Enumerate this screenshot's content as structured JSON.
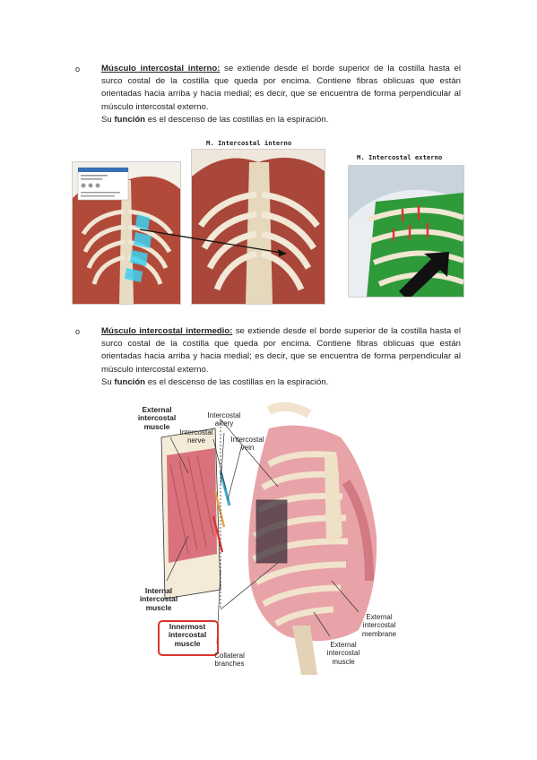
{
  "section1": {
    "bullet": "o",
    "heading": "Músculo intercostal interno:",
    "text": " se extiende desde el borde superior de la costilla hasta el surco costal de la costilla que queda por encima. Contiene fibras oblicuas que están orientadas hacia arriba y hacia medial; es decir, que se encuentra de forma perpendicular al músculo intercostal externo.",
    "function_prefix": "Su ",
    "function_word": "función",
    "function_rest": " es el descenso de las costillas en la espiración."
  },
  "figure1": {
    "caption_internal": "M. Intercostal interno",
    "caption_external": "M. Intercostal externo"
  },
  "section2": {
    "bullet": "o",
    "heading": "Músculo intercostal intermedio:",
    "text": " se extiende desde el borde superior de la costilla hasta el surco costal de la costilla que queda por encima. Contiene fibras oblicuas que están orientadas hacia arriba y hacia medial; es decir, que se encuentra de forma perpendicular al músculo intercostal externo.",
    "function_prefix": "Su ",
    "function_word": "función",
    "function_rest": " es el descenso de las costillas en la espiración."
  },
  "figure2": {
    "labels": {
      "external_intercostal_muscle_1": "External",
      "external_intercostal_muscle_2": "intercostal",
      "external_intercostal_muscle_3": "muscle",
      "intercostal_artery_1": "Intercostal",
      "intercostal_artery_2": "artery",
      "intercostal_nerve_1": "Intercostal",
      "intercostal_nerve_2": "nerve",
      "intercostal_vein_1": "Intercostal",
      "intercostal_vein_2": "vein",
      "internal_intercostal_muscle_1": "Internal",
      "internal_intercostal_muscle_2": "intercostal",
      "internal_intercostal_muscle_3": "muscle",
      "innermost_1": "Innermost",
      "innermost_2": "intercostal",
      "innermost_3": "muscle",
      "collateral_1": "Collateral",
      "collateral_2": "branches",
      "external_membrane_1": "External",
      "external_membrane_2": "intercostal",
      "external_membrane_3": "membrane",
      "external_muscle_bottom_1": "External",
      "external_muscle_bottom_2": "intercostal",
      "external_muscle_bottom_3": "muscle"
    },
    "highlight_color": "#d9362e"
  }
}
